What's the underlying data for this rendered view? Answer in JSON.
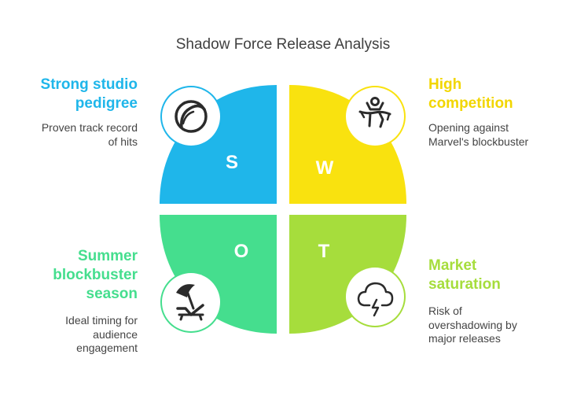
{
  "title": "Shadow Force Release Analysis",
  "colors": {
    "strengths": "#1FB6EA",
    "weaknesses": "#F9E20F",
    "opportunities": "#45DE8E",
    "threats": "#A6DD3C",
    "icon_circle": "#ffffff",
    "icon_stroke": "#2b2b2b",
    "desc_text": "#444444",
    "title_text": "#404040"
  },
  "quadrants": {
    "strengths": {
      "letter": "S",
      "heading_lines": [
        "Strong studio",
        "pedigree"
      ],
      "desc_lines": [
        "Proven track record",
        "of hits"
      ],
      "icon": "ball-icon"
    },
    "weaknesses": {
      "letter": "W",
      "heading_lines": [
        "High",
        "competition"
      ],
      "desc_lines": [
        "Opening against",
        "Marvel's blockbuster"
      ],
      "icon": "finish-line-runner-icon"
    },
    "opportunities": {
      "letter": "O",
      "heading_lines": [
        "Summer",
        "blockbuster",
        "season"
      ],
      "desc_lines": [
        "Ideal timing for",
        "audience",
        "engagement"
      ],
      "icon": "beach-umbrella-icon"
    },
    "threats": {
      "letter": "T",
      "heading_lines": [
        "Market",
        "saturation"
      ],
      "desc_lines": [
        "Risk of",
        "overshadowing by",
        "major releases"
      ],
      "icon": "storm-cloud-icon"
    }
  }
}
